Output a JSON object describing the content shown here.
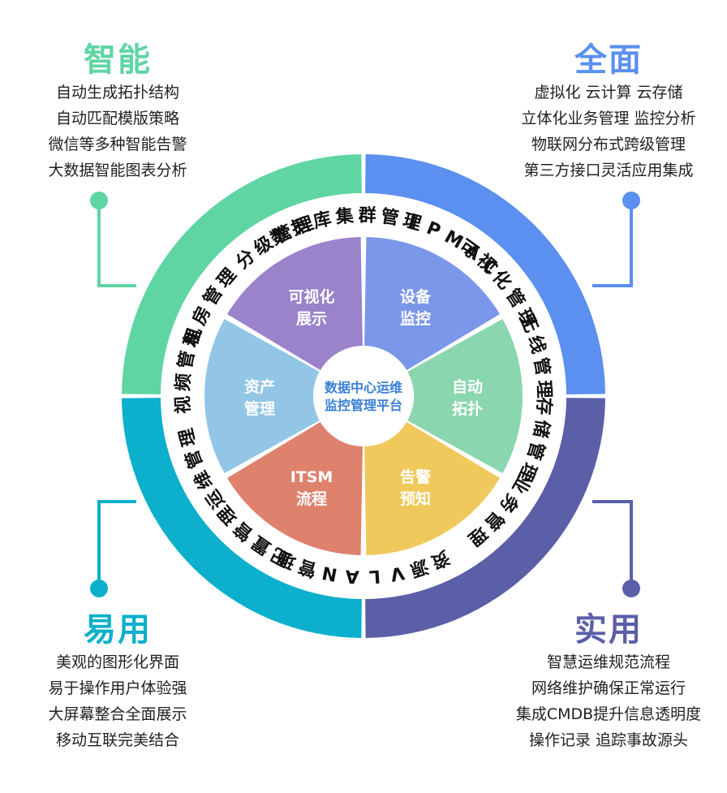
{
  "colors": {
    "green": "#5fd5a4",
    "blue": "#5b8ff0",
    "teal": "#0cb0cc",
    "indigo": "#5b5fa8",
    "seg_visual": "#9a83cb",
    "seg_monitor": "#7b97ea",
    "seg_topology": "#8ad6ae",
    "seg_alarm": "#f0c95c",
    "seg_itsm": "#de816d",
    "seg_asset": "#93c6e6",
    "center_text": "#3b7fd6"
  },
  "corners": {
    "tl": {
      "title": "智能",
      "items": [
        "自动生成拓扑结构",
        "自动匹配模版策略",
        "微信等多种智能告警",
        "大数据智能图表分析"
      ]
    },
    "tr": {
      "title": "全面",
      "items": [
        "虚拟化 云计算 云存储",
        "立体化业务管理 监控分析",
        "物联网分布式跨级管理",
        "第三方接口灵活应用集成"
      ]
    },
    "bl": {
      "title": "易用",
      "items": [
        "美观的图形化界面",
        "易于操作用户体验强",
        "大屏幕整合全面展示",
        "移动互联完美结合"
      ]
    },
    "br": {
      "title": "实用",
      "items": [
        "智慧运维规范流程",
        "网络维护确保正常运行",
        "集成CMDB提升信息透明度",
        "操作记录 追踪事故源头"
      ]
    }
  },
  "center": {
    "line1": "数据中心运维",
    "line2": "监控管理平台"
  },
  "segments": [
    {
      "id": "visual",
      "line1": "可视化",
      "line2": "展示"
    },
    {
      "id": "monitor",
      "line1": "设备",
      "line2": "监控"
    },
    {
      "id": "topology",
      "line1": "自动",
      "line2": "拓扑"
    },
    {
      "id": "alarm",
      "line1": "告警",
      "line2": "预知"
    },
    {
      "id": "itsm",
      "line1": "ITSM",
      "line2": "流程"
    },
    {
      "id": "asset",
      "line1": "资产",
      "line2": "管理"
    }
  ],
  "ring_labels": [
    "数据库集群管理",
    "IPMAC",
    "可视化管理",
    "无线管理",
    "存储管理",
    "业务管理",
    "资源VLAN管理",
    "配置管理",
    "运维管理",
    "视频管理",
    "机房管理",
    "分级管理"
  ]
}
